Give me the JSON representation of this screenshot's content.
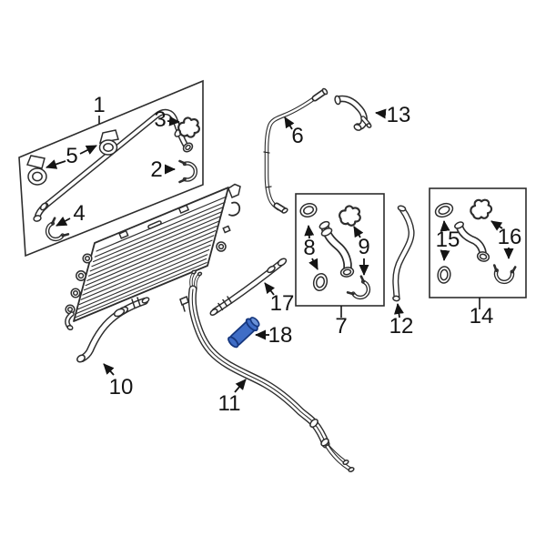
{
  "diagram": {
    "line_color": "#2d2d2d",
    "label_color": "#141414",
    "highlight_color": "#3f6dc6",
    "highlight_stroke": "#16377e",
    "background": "#ffffff",
    "highlighted_part": "18",
    "labels": [
      {
        "text": "1"
      },
      {
        "text": "2"
      },
      {
        "text": "3"
      },
      {
        "text": "4"
      },
      {
        "text": "5"
      },
      {
        "text": "6"
      },
      {
        "text": "7"
      },
      {
        "text": "8"
      },
      {
        "text": "9"
      },
      {
        "text": "10"
      },
      {
        "text": "11"
      },
      {
        "text": "12"
      },
      {
        "text": "13"
      },
      {
        "text": "14"
      },
      {
        "text": "15"
      },
      {
        "text": "16"
      },
      {
        "text": "17"
      },
      {
        "text": "18"
      }
    ]
  }
}
